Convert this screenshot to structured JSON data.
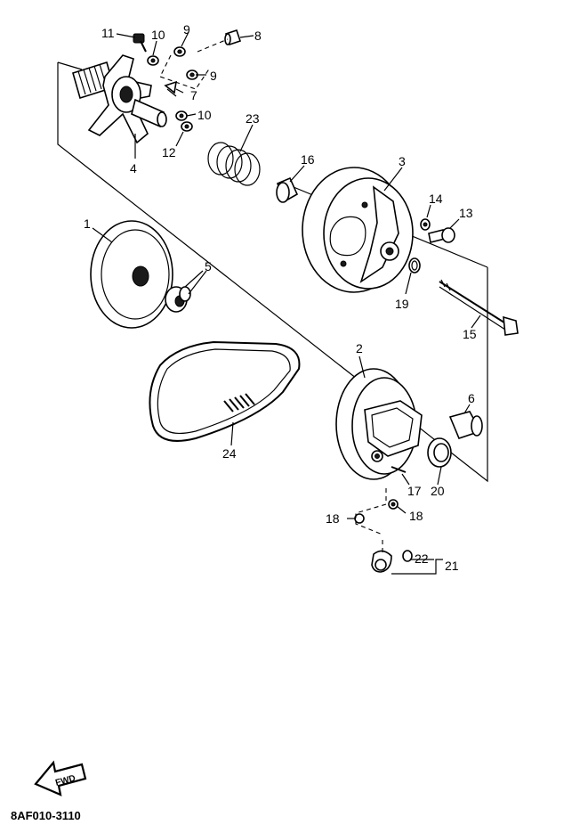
{
  "diagram": {
    "part_numbers": {
      "p1": "1",
      "p2": "2",
      "p3": "3",
      "p4": "4",
      "p5": "5",
      "p6": "6",
      "p7": "7",
      "p8": "8",
      "p9a": "9",
      "p9b": "9",
      "p10a": "10",
      "p10b": "10",
      "p11": "11",
      "p12": "12",
      "p13": "13",
      "p14": "14",
      "p15": "15",
      "p16": "16",
      "p17": "17",
      "p18a": "18",
      "p18b": "18",
      "p19": "19",
      "p20": "20",
      "p21": "21",
      "p22": "22",
      "p23": "23",
      "p24": "24"
    },
    "fwd_arrow": "FWD",
    "drawing_code": "8AF010-3110"
  }
}
